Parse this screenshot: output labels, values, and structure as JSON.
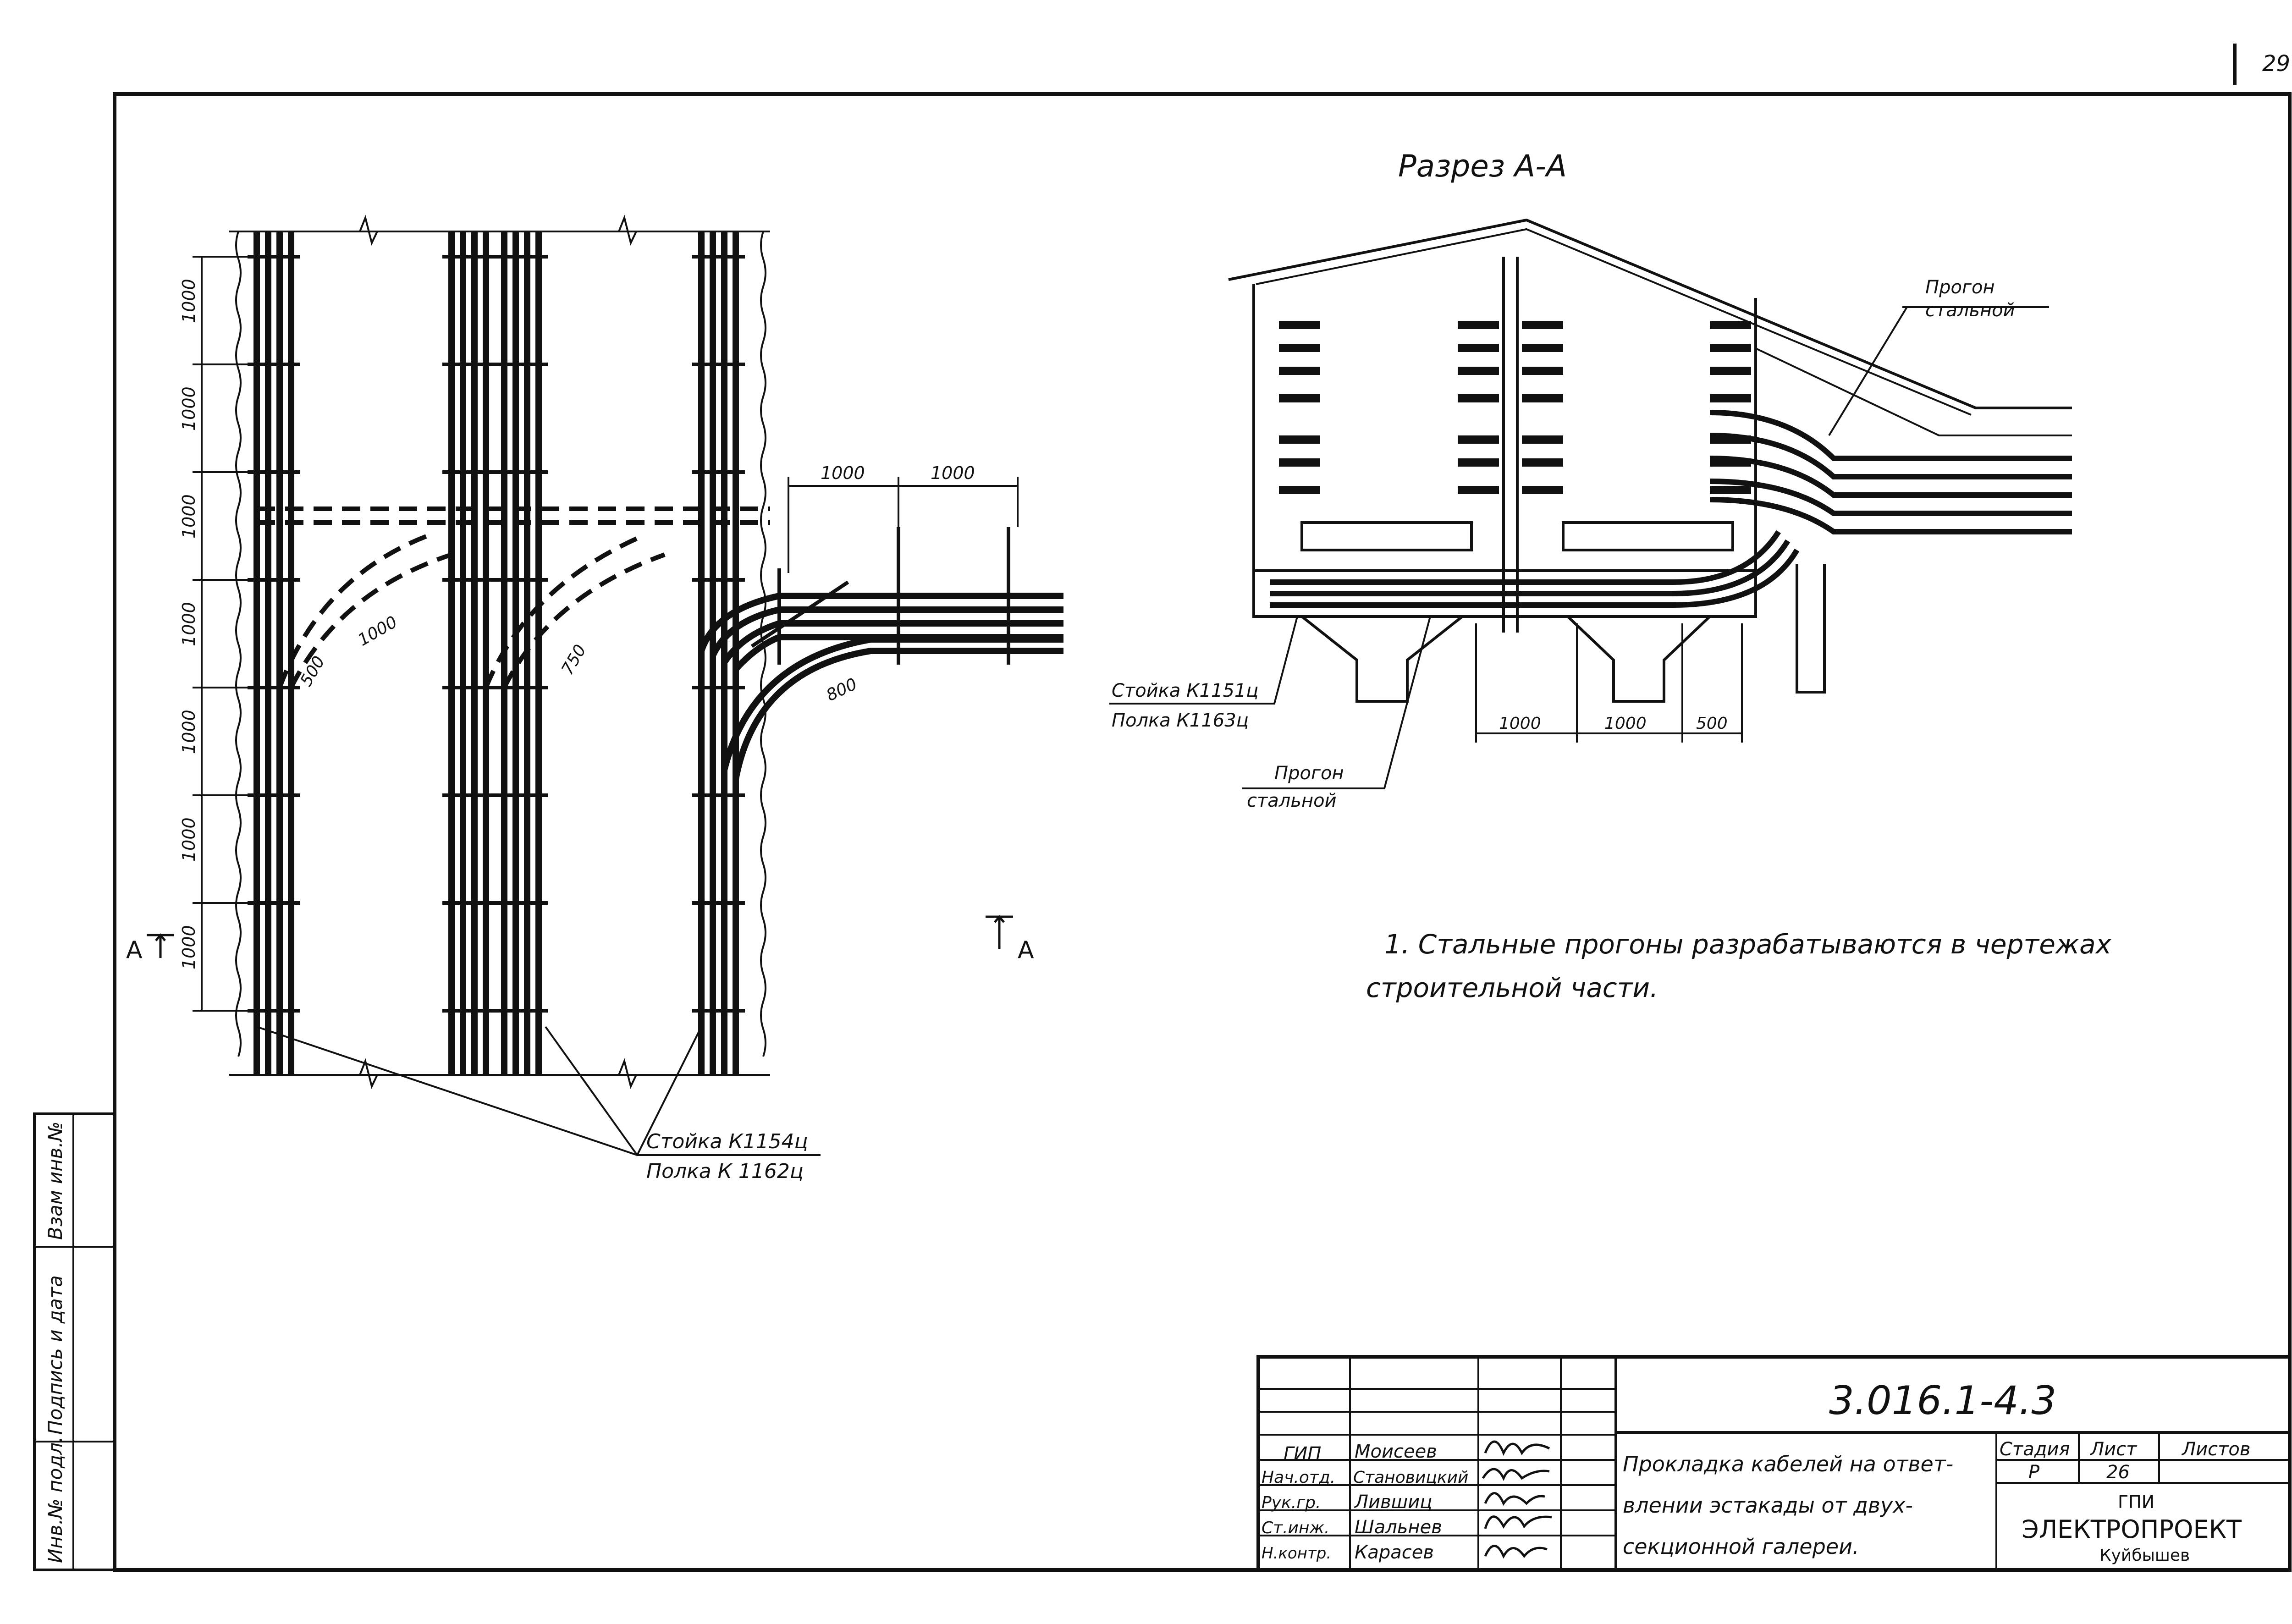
{
  "page_number": "29",
  "section_title": "Разрез А-А",
  "section_mark": "А",
  "plan": {
    "dims_vertical": [
      "1000",
      "1000",
      "1000",
      "1000",
      "1000",
      "1000",
      "1000"
    ],
    "dims_branch": [
      "1000",
      "1000"
    ],
    "dims_bend": [
      "500",
      "1000",
      "750",
      "800"
    ],
    "callout": {
      "line1": "Стойка К1154ц",
      "line2": "Полка К 1162ц"
    }
  },
  "section": {
    "purlin_top": {
      "line1": "Прогон",
      "line2": "стальной"
    },
    "purlin_bottom": {
      "line1": "Прогон",
      "line2": "стальной"
    },
    "rack": {
      "line1": "Стойка К1151ц",
      "line2": "Полка К1163ц"
    },
    "dims": [
      "1000",
      "1000",
      "500"
    ]
  },
  "note": {
    "line1": "1. Стальные прогоны разрабатываются в чертежах",
    "line2": "строительной части."
  },
  "side_stamp": [
    "Взам инв.№",
    "Подпись и дата",
    "Инв.№ подл."
  ],
  "title_block": {
    "doc_code": "3.016.1-4.3",
    "title_lines": [
      "Прокладка кабелей на ответ-",
      "влении эстакады от двух-",
      "секционной галереи."
    ],
    "roles": [
      {
        "role": "ГИП",
        "name": "Моисеев"
      },
      {
        "role": "Нач.отд.",
        "name": "Становицкий"
      },
      {
        "role": "Рук.гр.",
        "name": "Лившиц"
      },
      {
        "role": "Ст.инж.",
        "name": "Шальнев"
      },
      {
        "role": "Н.контр.",
        "name": "Карасев"
      }
    ],
    "stage_label": "Стадия",
    "sheet_label": "Лист",
    "sheets_label": "Листов",
    "stage": "Р",
    "sheet": "26",
    "org_line1": "ГПИ",
    "org_line2": "ЭЛЕКТРОПРОЕКТ",
    "org_line3": "Куйбышев"
  }
}
